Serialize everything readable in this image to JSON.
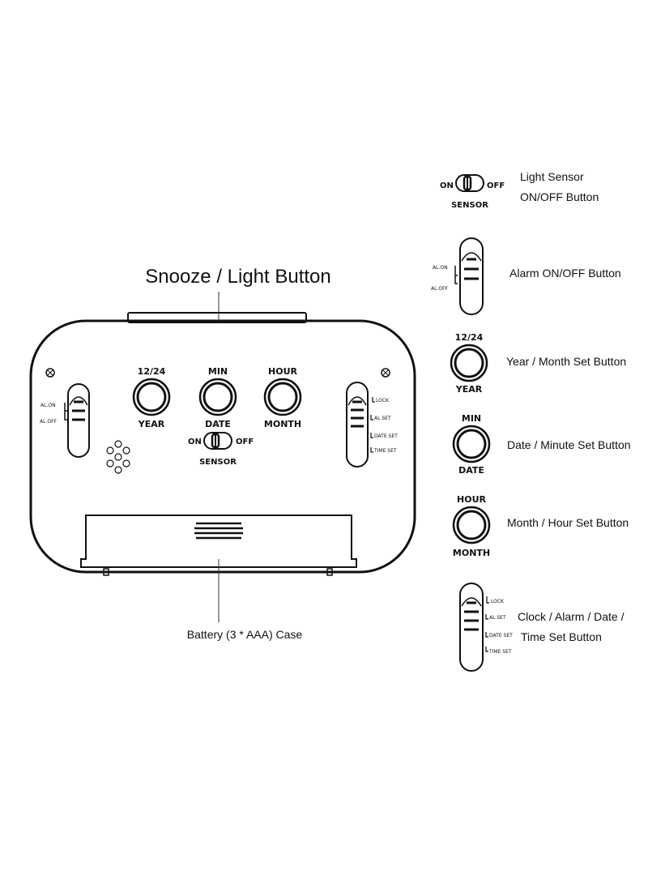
{
  "labels": {
    "snooze": "Snooze / Light Button",
    "battery": "Battery (3 * AAA) Case",
    "light_sensor_line1": "Light Sensor",
    "light_sensor_line2": "ON/OFF Button",
    "alarm_onoff": "Alarm ON/OFF Button",
    "year_month": "Year / Month Set Button",
    "date_minute": "Date / Minute Set Button",
    "month_hour": "Month / Hour Set Button",
    "mode_line1": "Clock / Alarm / Date /",
    "mode_line2": "Time Set Button"
  },
  "buttons": {
    "top_1224": "12/24",
    "bottom_year": "YEAR",
    "top_min": "MIN",
    "bottom_date": "DATE",
    "top_hour": "HOUR",
    "bottom_month": "MONTH"
  },
  "sensor": {
    "on": "ON",
    "off": "OFF",
    "name": "SENSOR"
  },
  "alarm_switch": {
    "on": "AL.ON",
    "off": "AL.OFF"
  },
  "mode_switch": {
    "lock": "LOCK",
    "al_set": "AL.SET",
    "date_set": "DATE SET",
    "time_set": "TIME SET"
  }
}
